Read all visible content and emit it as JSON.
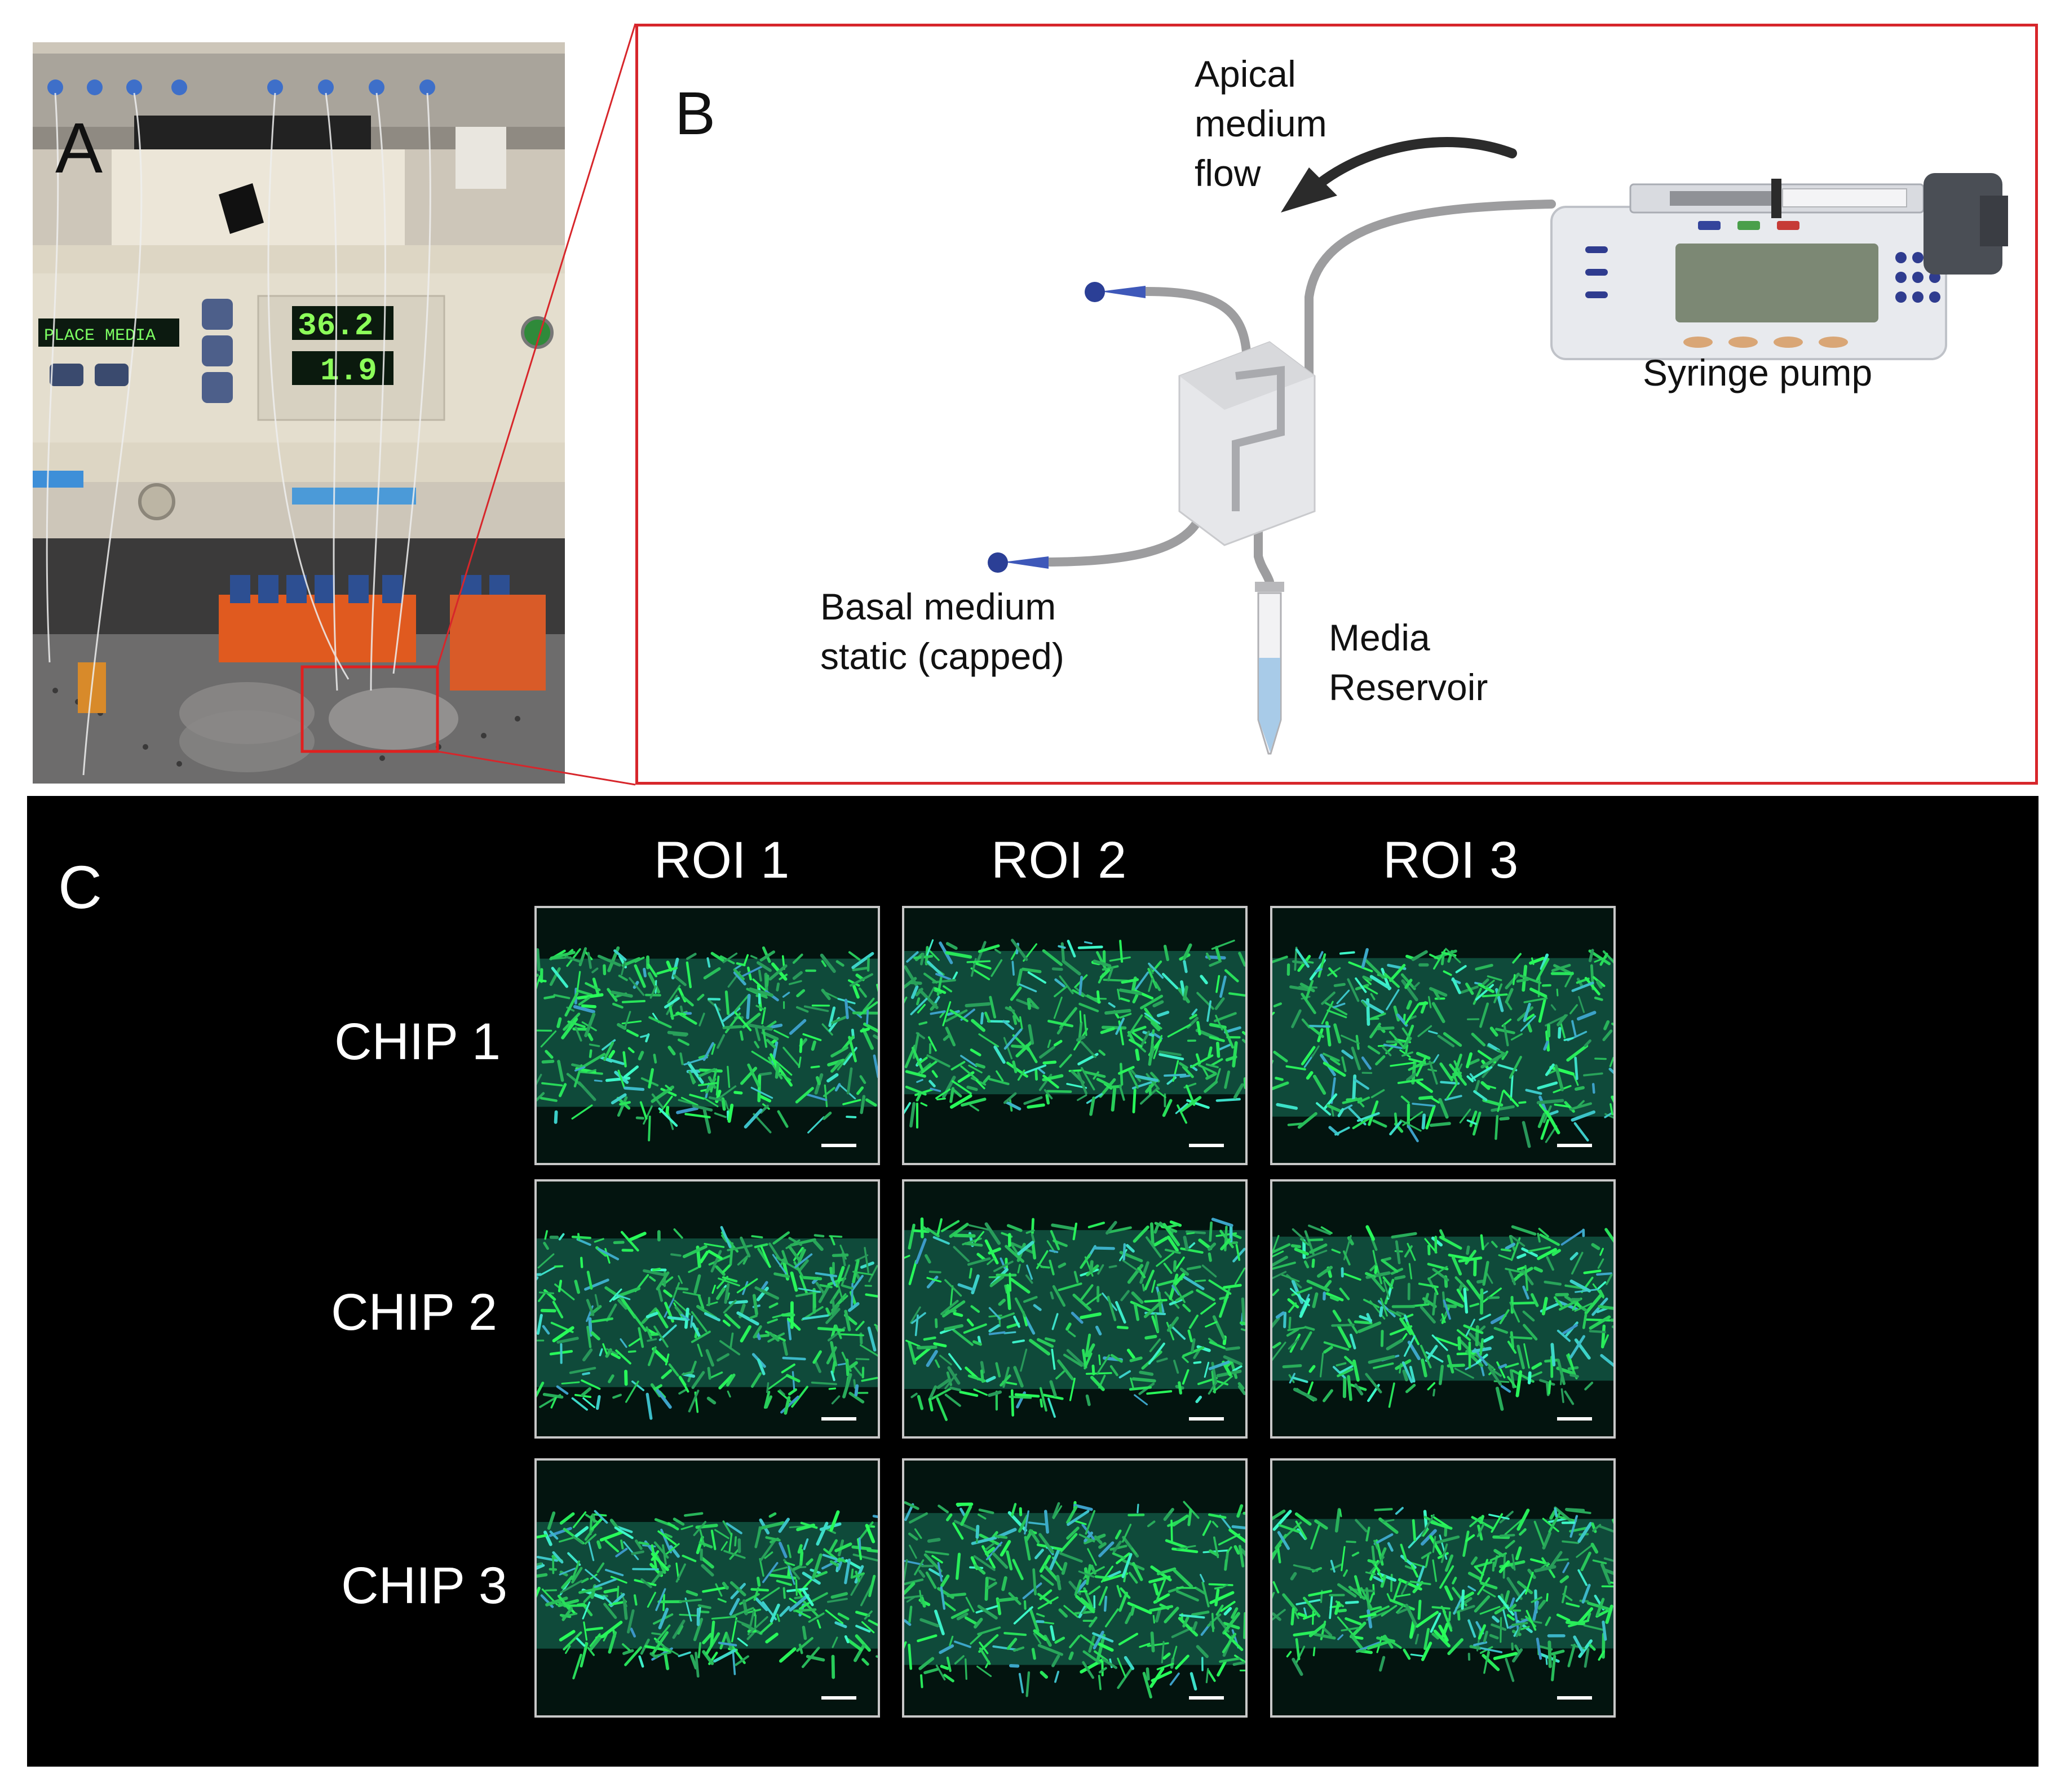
{
  "panel_a": {
    "letter": "A",
    "display_temp": "36.2",
    "display_co2": "1.9",
    "display_text": "PLACE MEDIA"
  },
  "panel_b": {
    "letter": "B",
    "apical_line1": "Apical",
    "apical_line2": "medium",
    "apical_line3": "flow",
    "pump_label": "Syringe pump",
    "basal_line1": "Basal medium",
    "basal_line2": "static (capped)",
    "reservoir_line1": "Media",
    "reservoir_line2": "Reservoir",
    "accent_color": "#d7262b"
  },
  "panel_c": {
    "letter": "C",
    "columns": [
      "ROI 1",
      "ROI 2",
      "ROI 3"
    ],
    "rows": [
      "CHIP 1",
      "CHIP 2",
      "CHIP 3"
    ]
  }
}
